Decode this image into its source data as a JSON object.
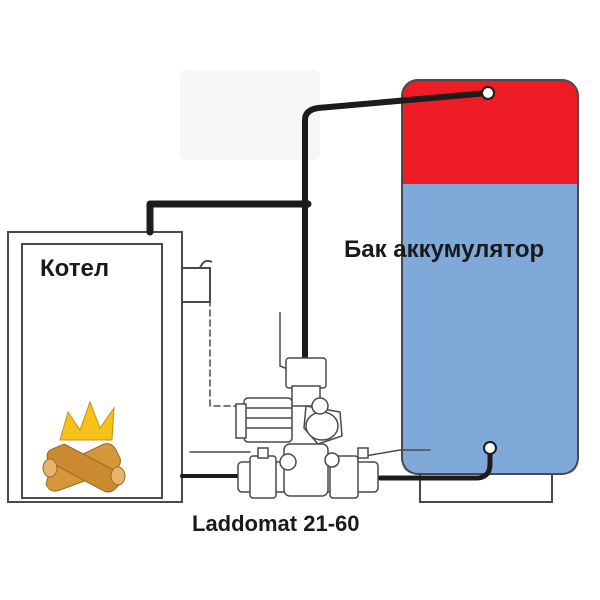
{
  "labels": {
    "boiler": "Котел",
    "tank": "Бак аккумулятор",
    "unit": "Laddomat 21-60"
  },
  "icons": {
    "fire": "fire-icon",
    "logs": "logs-icon",
    "pump": "pump-icon",
    "valve": "valve-icon",
    "thermometer": "thermometer-icon",
    "sensor": "sensor-port-icon"
  },
  "colors": {
    "pipe": "#1c1c1c",
    "tank_hot": "#ee1c25",
    "tank_cold": "#7ea9d8",
    "fire": "#f6c21a",
    "logs": "#d5973a",
    "outline": "#4a4a4a",
    "background": "#ffffff"
  }
}
